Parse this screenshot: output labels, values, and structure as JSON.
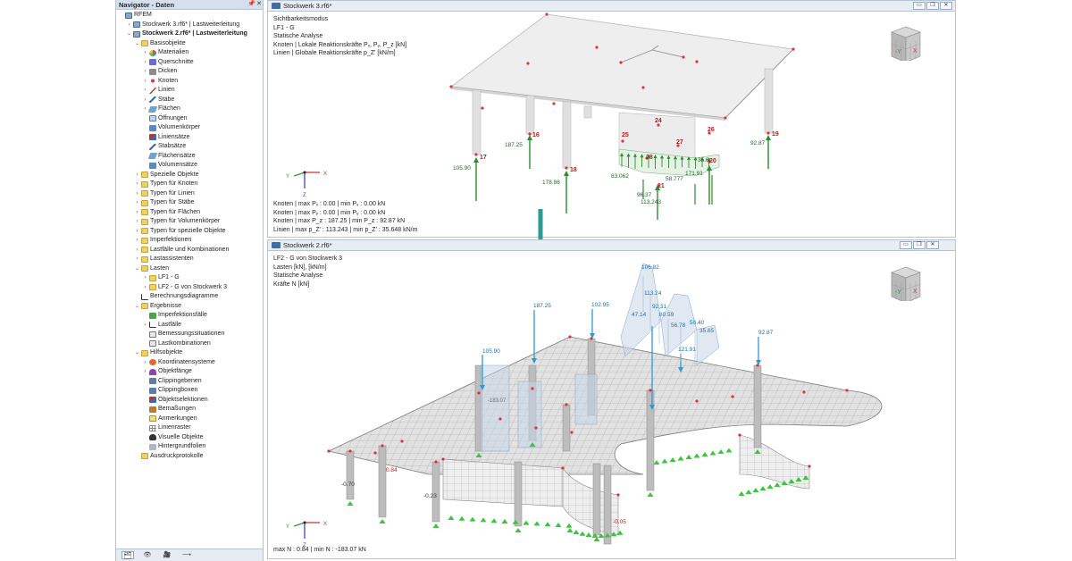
{
  "navigator": {
    "title": "Navigator - Daten",
    "pin_glyph": "📌",
    "close_glyph": "✕",
    "items": [
      {
        "depth": 0,
        "toggle": "",
        "icon": "model",
        "label": "RFEM",
        "bold": false
      },
      {
        "depth": 1,
        "toggle": "›",
        "icon": "model",
        "label": "Stockwerk 3.rf6* | Lastweiterleitung",
        "bold": false
      },
      {
        "depth": 1,
        "toggle": "⌄",
        "icon": "model",
        "label": "Stockwerk 2.rf6* | Lastweiterleitung",
        "bold": true
      },
      {
        "depth": 2,
        "toggle": "⌄",
        "icon": "folder",
        "label": "Basisobjekte",
        "bold": false
      },
      {
        "depth": 3,
        "toggle": "›",
        "icon": "mat",
        "label": "Materialien",
        "bold": false
      },
      {
        "depth": 3,
        "toggle": "›",
        "icon": "sect",
        "label": "Querschnitte",
        "bold": false
      },
      {
        "depth": 3,
        "toggle": "›",
        "icon": "thick",
        "label": "Dicken",
        "bold": false
      },
      {
        "depth": 3,
        "toggle": "›",
        "icon": "node",
        "label": "Knoten",
        "bold": false
      },
      {
        "depth": 3,
        "toggle": "›",
        "icon": "line",
        "label": "Linien",
        "bold": false
      },
      {
        "depth": 3,
        "toggle": "›",
        "icon": "bar",
        "label": "Stäbe",
        "bold": false
      },
      {
        "depth": 3,
        "toggle": "›",
        "icon": "surf",
        "label": "Flächen",
        "bold": false
      },
      {
        "depth": 3,
        "toggle": "",
        "icon": "open",
        "label": "Öffnungen",
        "bold": false
      },
      {
        "depth": 3,
        "toggle": "",
        "icon": "solid",
        "label": "Volumenkörper",
        "bold": false
      },
      {
        "depth": 3,
        "toggle": "",
        "icon": "set",
        "label": "Liniensätze",
        "bold": false
      },
      {
        "depth": 3,
        "toggle": "",
        "icon": "bar",
        "label": "Stabsätze",
        "bold": false
      },
      {
        "depth": 3,
        "toggle": "",
        "icon": "surf",
        "label": "Flächensätze",
        "bold": false
      },
      {
        "depth": 3,
        "toggle": "",
        "icon": "solid",
        "label": "Volumensätze",
        "bold": false
      },
      {
        "depth": 2,
        "toggle": "›",
        "icon": "folder",
        "label": "Spezielle Objekte",
        "bold": false
      },
      {
        "depth": 2,
        "toggle": "›",
        "icon": "folder",
        "label": "Typen für Knoten",
        "bold": false
      },
      {
        "depth": 2,
        "toggle": "›",
        "icon": "folder",
        "label": "Typen für Linien",
        "bold": false
      },
      {
        "depth": 2,
        "toggle": "›",
        "icon": "folder",
        "label": "Typen für Stäbe",
        "bold": false
      },
      {
        "depth": 2,
        "toggle": "›",
        "icon": "folder",
        "label": "Typen für Flächen",
        "bold": false
      },
      {
        "depth": 2,
        "toggle": "›",
        "icon": "folder",
        "label": "Typen für Volumenkörper",
        "bold": false
      },
      {
        "depth": 2,
        "toggle": "›",
        "icon": "folder",
        "label": "Typen für spezielle Objekte",
        "bold": false
      },
      {
        "depth": 2,
        "toggle": "›",
        "icon": "folder",
        "label": "Imperfektionen",
        "bold": false
      },
      {
        "depth": 2,
        "toggle": "›",
        "icon": "folder",
        "label": "Lastfälle und Kombinationen",
        "bold": false
      },
      {
        "depth": 2,
        "toggle": "›",
        "icon": "folder",
        "label": "Lastassistenten",
        "bold": false
      },
      {
        "depth": 2,
        "toggle": "⌄",
        "icon": "folder",
        "label": "Lasten",
        "bold": false
      },
      {
        "depth": 3,
        "toggle": "›",
        "icon": "folder",
        "label": "LF1 - G",
        "bold": false
      },
      {
        "depth": 3,
        "toggle": "›",
        "icon": "folder",
        "label": "LF2 - G von Stockwerk 3",
        "bold": false
      },
      {
        "depth": 2,
        "toggle": "",
        "icon": "chart",
        "label": "Berechnungsdiagramme",
        "bold": false
      },
      {
        "depth": 2,
        "toggle": "⌄",
        "icon": "folder",
        "label": "Ergebnisse",
        "bold": false
      },
      {
        "depth": 3,
        "toggle": "",
        "icon": "res",
        "label": "Imperfektionsfälle",
        "bold": false
      },
      {
        "depth": 3,
        "toggle": "›",
        "icon": "chart",
        "label": "Lastfälle",
        "bold": false
      },
      {
        "depth": 3,
        "toggle": "",
        "icon": "lc",
        "label": "Bemessungssituationen",
        "bold": false
      },
      {
        "depth": 3,
        "toggle": "",
        "icon": "lc",
        "label": "Lastkombinationen",
        "bold": false
      },
      {
        "depth": 2,
        "toggle": "⌄",
        "icon": "folder",
        "label": "Hilfsobjekte",
        "bold": false
      },
      {
        "depth": 3,
        "toggle": "›",
        "icon": "coord",
        "label": "Koordinatensysteme",
        "bold": false
      },
      {
        "depth": 3,
        "toggle": "›",
        "icon": "snap",
        "label": "Objektfänge",
        "bold": false
      },
      {
        "depth": 3,
        "toggle": "",
        "icon": "clip",
        "label": "Clippingebenen",
        "bold": false
      },
      {
        "depth": 3,
        "toggle": "",
        "icon": "clip",
        "label": "Clippingboxen",
        "bold": false
      },
      {
        "depth": 3,
        "toggle": "",
        "icon": "set",
        "label": "Objektselektionen",
        "bold": false
      },
      {
        "depth": 3,
        "toggle": "",
        "icon": "dim",
        "label": "Bemaßungen",
        "bold": false
      },
      {
        "depth": 3,
        "toggle": "",
        "icon": "note",
        "label": "Anmerkungen",
        "bold": false
      },
      {
        "depth": 3,
        "toggle": "",
        "icon": "grid",
        "label": "Linienraster",
        "bold": false
      },
      {
        "depth": 3,
        "toggle": "",
        "icon": "vis",
        "label": "Visuelle Objekte",
        "bold": false
      },
      {
        "depth": 3,
        "toggle": "",
        "icon": "bg",
        "label": "Hintergrundfolien",
        "bold": false
      },
      {
        "depth": 2,
        "toggle": "",
        "icon": "folder",
        "label": "Ausdruckprotokolle",
        "bold": false
      }
    ],
    "bottom_tabs": [
      {
        "name": "data-tab",
        "glyph": "🗂"
      },
      {
        "name": "display-tab",
        "glyph": "👁"
      },
      {
        "name": "views-tab",
        "glyph": "🎥"
      },
      {
        "name": "guide-tab",
        "glyph": "⟶"
      }
    ]
  },
  "top_view": {
    "title": "Stockwerk 3.rf6*",
    "info": [
      "Sichtbarkeitsmodus",
      "LF1 - G",
      "Statische Analyse",
      "Knoten | Lokale Reaktionskräfte Pₓ, Pᵧ, P_z [kN]",
      "Linien | Globale Reaktionskräfte p_Z' [kN/m]"
    ],
    "summary": [
      "Knoten | max Pₓ : 0.00 | min Pₓ : 0.00 kN",
      "Knoten | max Pᵧ : 0.00 | min Pᵧ : 0.00 kN",
      "Knoten | max P_z : 187.25 | min P_z : 92.87 kN",
      "Linien | max p_Z' : 113.243 | min p_Z' : 35.648 kN/m"
    ],
    "node_labels": [
      "16",
      "17",
      "18",
      "19",
      "20",
      "21",
      "24",
      "25",
      "26",
      "27",
      "28"
    ],
    "values": [
      "105.90",
      "187.25",
      "178.86",
      "92.87",
      "83.062",
      "58.777",
      "171.91",
      "96.37",
      "113.243",
      "35.6"
    ]
  },
  "bottom_view": {
    "title": "Stockwerk 2.rf6*",
    "info": [
      "LF2 - G von Stockwerk 3",
      "Lasten [kN], [kN/m]",
      "Statische Analyse",
      "Kräfte N [kN]"
    ],
    "summary": "max N : 0.84 | min N : -183.07 kN",
    "load_values": [
      "105.90",
      "187.25",
      "102.95",
      "92.87",
      "121.91",
      "106.82",
      "113.24",
      "92.31",
      "80.59",
      "50.40",
      "35.65",
      "56.78",
      "47.14"
    ],
    "force_values": [
      "0.84",
      "-0.70",
      "-0.23",
      "-0.05",
      "-183.07"
    ]
  },
  "colors": {
    "reaction_arrow": "#2e8b2e",
    "load_arrow": "#2b9be0",
    "node_red": "#e0323c",
    "label_red": "#b0201f",
    "support_green": "#3cc43c",
    "panel_border": "#b9c4d3",
    "transfer_arrow": "#2b9a94"
  },
  "cube_labels": [
    "-Y",
    "X"
  ]
}
